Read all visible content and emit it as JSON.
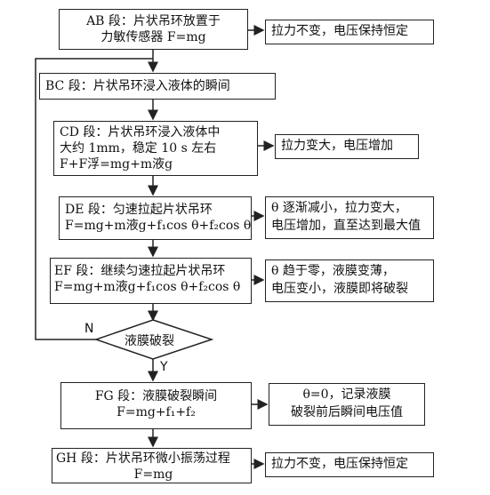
{
  "boxes": {
    "ab": [
      "AB 段：片状吊环放置于",
      "力敏传感器 F=mg"
    ],
    "bc": [
      "BC 段：片状吊环浸入液体的瞬间"
    ],
    "cd": [
      "CD 段：片状吊环浸入液体中",
      "大约 1mm，稳定 10 s 左右",
      "F+F浮=mg+m液g"
    ],
    "de": [
      "DE 段：匀速拉起片状吊环",
      "F=mg+m液g+f₁cos θ+f₂cos θ"
    ],
    "ef": [
      "EF 段：继续匀速拉起片状吊环",
      "F=mg+m液g+f₁cos θ+f₂cos θ"
    ],
    "decision": "液膜破裂",
    "fg": [
      "FG 段：液膜破裂瞬间",
      "F=mg+f₁+f₂"
    ],
    "gh": [
      "GH 段：片状吊环微小振荡过程",
      "F=mg"
    ]
  },
  "notes": {
    "ab": "拉力不变，电压保持恒定",
    "cd": "拉力变大，电压增加",
    "de": [
      "θ 逐渐减小，拉力变大，",
      "电压增加，直至达到最大值"
    ],
    "ef": [
      "θ 趋于零，液膜变薄，",
      "电压变小，液膜即将破裂"
    ],
    "fg": [
      "θ=0，记录液膜",
      "破裂前后瞬间电压值"
    ],
    "gh": "拉力不变，电压保持恒定"
  },
  "labels": {
    "no": "N",
    "yes": "Y"
  },
  "watermark": ""
}
